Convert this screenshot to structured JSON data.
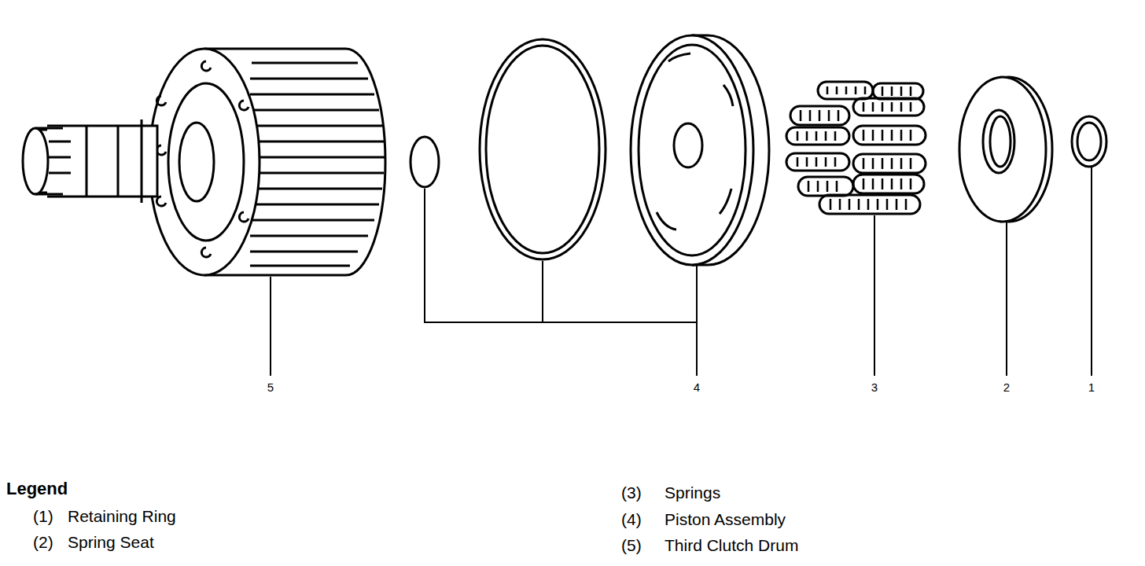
{
  "diagram": {
    "labels": [
      "5",
      "4",
      "3",
      "2",
      "1",
      "Legend",
      "(1)",
      "Retaining Ring",
      "(2)",
      "Spring Seat",
      "(3)",
      "Springs",
      "(4)",
      "Piston Assembly",
      "(5)",
      "Third Clutch Drum"
    ]
  }
}
